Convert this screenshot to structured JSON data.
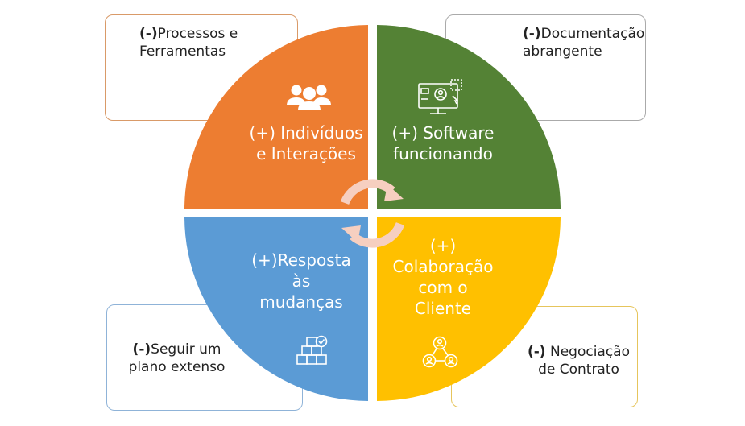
{
  "colors": {
    "individuos": "#ed7d31",
    "software": "#548235",
    "resposta": "#5b9bd5",
    "colaboracao": "#ffc000",
    "arrows": "#f6cfc0"
  },
  "quadrants": {
    "individuos": {
      "icon": "people-group-icon",
      "lines": [
        "(+) Indivíduos",
        "e Interações"
      ]
    },
    "software": {
      "icon": "computer-screen-icon",
      "lines": [
        "(+) Software",
        "funcionando"
      ]
    },
    "resposta": {
      "icon": "stacked-boxes-check-icon",
      "lines": [
        "(+)Resposta",
        "às",
        "mudanças"
      ]
    },
    "colaboracao": {
      "icon": "connected-people-icon",
      "lines": [
        "(+)",
        "Colaboração",
        "com o",
        "Cliente"
      ]
    }
  },
  "boxes": {
    "processos": {
      "marker": "(-)",
      "line1": "Processos e",
      "line2": "Ferramentas"
    },
    "documentacao": {
      "marker": "(-)",
      "line1": "Documentação",
      "line2": "abrangente"
    },
    "plano": {
      "marker": "(-)",
      "line1": "Seguir um",
      "line2": "plano extenso"
    },
    "negociacao": {
      "marker": "(-)",
      "line1": " Negociação",
      "line2": "de Contrato"
    }
  },
  "center_icon": "circular-arrows-icon"
}
